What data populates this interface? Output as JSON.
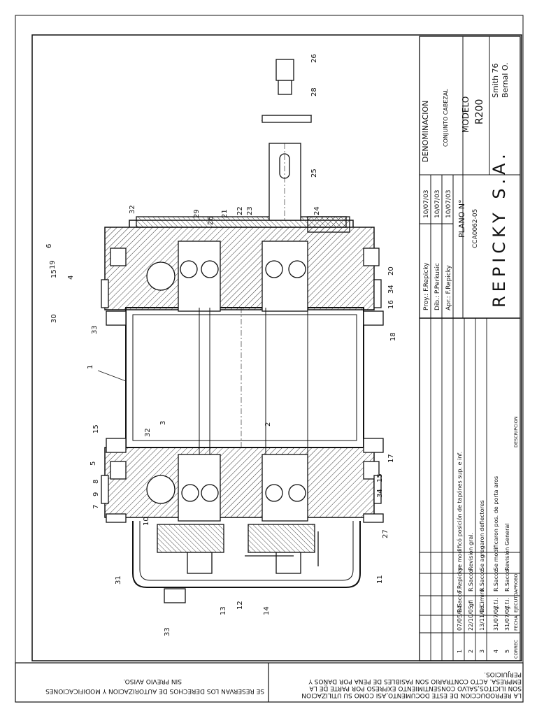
{
  "title_block": {
    "denominacion_label": "DENOMINACION",
    "denominacion_value": "CONJUNTO CABEZAL",
    "modelo_label": "MODELO",
    "modelo_value": "R200",
    "plano_label": "PLANO N°",
    "plano_value": "CCA0062-05",
    "company": "REPICKY S.A.",
    "address_line1": "Smith 76",
    "address_line2": "Bernal O.",
    "signatures": [
      {
        "label": "Proy.: F.Repicky",
        "date": "10/07/03"
      },
      {
        "label": "Dib.: P.Perkusic",
        "date": "10/07/03"
      },
      {
        "label": "Apr.: F.Repicky",
        "date": "10/07/03"
      }
    ]
  },
  "revisions": {
    "headers": [
      "CORREC",
      "FECHA",
      "EJECUTO",
      "APROBO",
      "DESCRIPCION"
    ],
    "rows": [
      {
        "mark": "1",
        "fecha": "07/05/04",
        "ejecuto": "R.Sacco",
        "aprobo": "F.Repicky",
        "descripcion": "se modificó posición de tapónes sup. e inf."
      },
      {
        "mark": "2",
        "fecha": "22/10/05",
        "ejecuto": "gfi",
        "aprobo": "R.Sacco",
        "descripcion": "Revisión gral."
      },
      {
        "mark": "3",
        "fecha": "13/11/06",
        "ejecuto": "R.Cimiro",
        "aprobo": "R.Sacco",
        "descripcion": "Se agregaron deflectores"
      },
      {
        "mark": "4",
        "fecha": "31/07/07",
        "ejecuto": "g.f.i.",
        "aprobo": "R.Sacco",
        "descripcion": "Se modificaron pos. de porta aros"
      },
      {
        "mark": "5",
        "fecha": "31/07/07",
        "ejecuto": "g.f.i.",
        "aprobo": "R.Sacco",
        "descripcion": "Revisión General"
      }
    ]
  },
  "footer": {
    "reproduction_line1": "LA REPRODUCCION DE ESTE DOCUMENTO,ASI COMO SU UTILIZACION",
    "reproduction_line2": "SON ILICITOS,SALVO CONSENTIMIENTO EXPRESO POR PARTE DE LA",
    "reproduction_line3": "EMPRESA. ACTO CONTRARIO SON PASIBLES DE PENA POR DAÑOS Y",
    "reproduction_line4": "PERJUICIOS.",
    "rights_line1": "SE RESERVAN LOS DERECHOS DE AUTORIZACION Y MODIFICACIONES",
    "rights_line2": "SIN PREVIO AVISO."
  },
  "callouts": [
    "1",
    "2",
    "3",
    "4",
    "5",
    "6",
    "7",
    "8",
    "9",
    "10",
    "11",
    "12",
    "13",
    "14",
    "15",
    "15",
    "15",
    "16",
    "17",
    "18",
    "19",
    "20",
    "21",
    "22",
    "23",
    "24",
    "25",
    "26",
    "26",
    "27",
    "28",
    "29",
    "30",
    "31",
    "32",
    "32",
    "33",
    "33",
    "34",
    "34"
  ]
}
